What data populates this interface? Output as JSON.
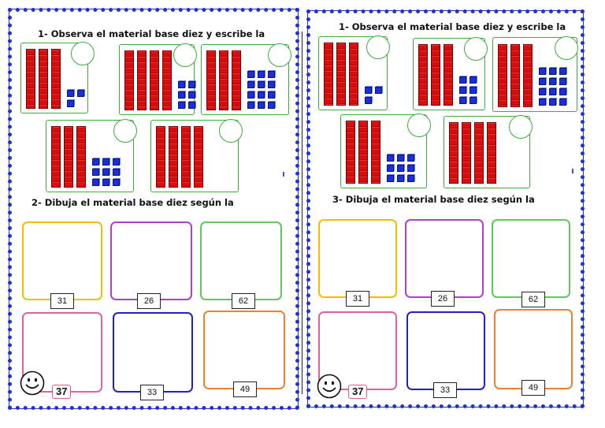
{
  "colors": {
    "sheet_border": "#2233cc",
    "bank_border": "#3cae3c",
    "ten_rod": "#d90c0c",
    "unit_cube": "#1a2fd6",
    "box_borders": [
      "#f0c000",
      "#b040c8",
      "#5ec85e",
      "#e060a8",
      "#2020d0",
      "#f08030"
    ]
  },
  "worksheets": [
    {
      "heading_1": "1- Observa  el material base diez y escribe la",
      "heading_2": "2- Dibuja el material base diez según la",
      "banks": [
        {
          "tens": 3,
          "ones": 3
        },
        {
          "tens": 4,
          "ones": 6
        },
        {
          "tens": 3,
          "ones": 12
        },
        {
          "tens": 3,
          "ones": 9
        },
        {
          "tens": 4,
          "ones": 0
        }
      ],
      "draw_numbers": [
        "31",
        "26",
        "62",
        "",
        "33",
        "49"
      ],
      "page_number": "37",
      "icons": [
        "smiley-icon"
      ]
    },
    {
      "heading_1": "1- Observa  el material base diez y escribe la",
      "heading_2": "3- Dibuja el material base diez según la",
      "banks": [
        {
          "tens": 3,
          "ones": 3
        },
        {
          "tens": 3,
          "ones": 6
        },
        {
          "tens": 3,
          "ones": 12
        },
        {
          "tens": 3,
          "ones": 9
        },
        {
          "tens": 4,
          "ones": 0
        }
      ],
      "draw_numbers": [
        "31",
        "26",
        "62",
        "",
        "33",
        "49"
      ],
      "page_number": "37",
      "icons": [
        "smiley-icon"
      ]
    }
  ]
}
